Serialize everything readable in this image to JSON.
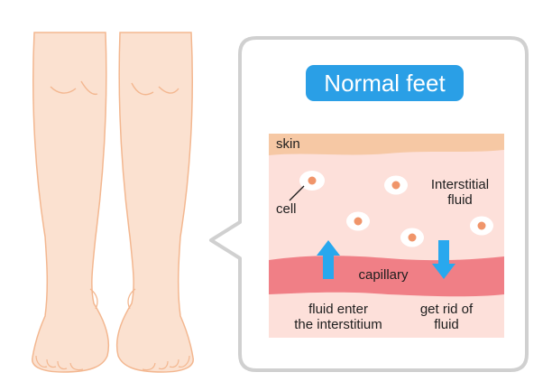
{
  "title": "Normal feet",
  "labels": {
    "skin": "skin",
    "cell": "cell",
    "interstitial_fluid": [
      "Interstitial",
      "fluid"
    ],
    "capillary": "capillary",
    "fluid_enter": [
      "fluid enter",
      "the interstitium"
    ],
    "get_rid": [
      "get rid of",
      "fluid"
    ]
  },
  "colors": {
    "leg_fill": "#fbe1d0",
    "leg_outline": "#f3b790",
    "callout_border": "#d0d0d0",
    "title_bg": "#2a9fe6",
    "skin_layer": "#f6c8a4",
    "tissue": "#fde0da",
    "capillary": "#f07f86",
    "arrow": "#28a8ee",
    "cell_nucleus": "#f0956a"
  }
}
